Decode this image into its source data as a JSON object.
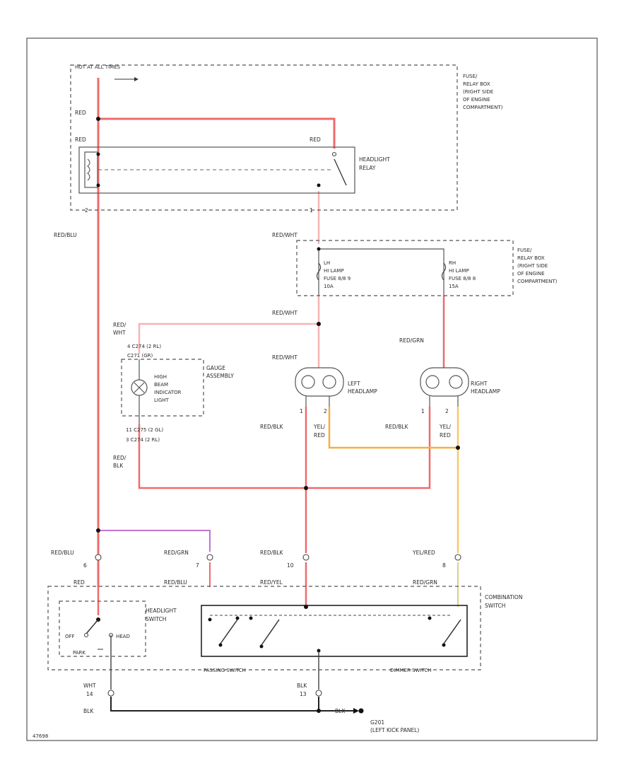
{
  "colors": {
    "red": "#f06a6a",
    "pink": "#f7b3b3",
    "violet": "#c374d6",
    "orange": "#f5b040",
    "yellow_orange": "#f4cc6a",
    "black": "#222222"
  },
  "labels": {
    "hot_at_all_times": "HOT AT ALL TIMES",
    "fuse_box_1": [
      "FUSE/",
      "RELAY BOX",
      "(RIGHT SIDE",
      "OF ENGINE",
      "COMPARTMENT)"
    ],
    "red_1": "RED",
    "red_2": "RED",
    "red_3": "RED",
    "headlight_relay": [
      "HEADLIGHT",
      "RELAY"
    ],
    "pin_2": "2",
    "pin_1": "1",
    "red_blu": "RED/BLU",
    "red_wht_1": "RED/WHT",
    "fuse_box_2": [
      "FUSE/",
      "RELAY BOX",
      "(RIGHT SIDE",
      "OF ENGINE",
      "COMPARTMENT)"
    ],
    "lh_fuse": [
      "LH",
      "HI LAMP",
      "FUSE 8/8 9",
      "10A"
    ],
    "rh_fuse": [
      "RH",
      "HI LAMP",
      "FUSE 8/8 8",
      "15A"
    ],
    "red_wht_2": "RED/WHT",
    "red_wht_3": "RED/WHT",
    "red_grn_1": "RED/GRN",
    "red_wht_gauge": [
      "RED/",
      "WHT"
    ],
    "c274_top": "4   C274  (2 RL)",
    "c274_mid": "    C271  (GR)",
    "gauge_assembly": [
      "GAUGE",
      "ASSEMBLY"
    ],
    "high_beam": [
      "HIGH",
      "BEAM",
      "INDICATOR",
      "LIGHT"
    ],
    "c275": "11   C275  (2 GL)",
    "c274_bot": "3   C274  (2 RL)",
    "left_headlamp": [
      "LEFT",
      "HEADLAMP"
    ],
    "right_headlamp": [
      "RIGHT",
      "HEADLAMP"
    ],
    "lh_pin_1": "1",
    "lh_pin_2": "2",
    "rh_pin_1": "1",
    "rh_pin_2": "2",
    "red_blk_1": "RED/BLK",
    "red_blk_2": "RED/BLK",
    "yel_red_1": [
      "YEL/",
      "RED"
    ],
    "yel_red_2": [
      "YEL/",
      "RED"
    ],
    "red_blk_gauge": [
      "RED/",
      "BLK"
    ],
    "red_blu_sw": "RED/BLU",
    "pin_6": "6",
    "red_grn_2": "RED/GRN",
    "pin_7": "7",
    "red_blk_3": "RED/BLK",
    "pin_10": "10",
    "yel_red_3": "YEL/RED",
    "pin_8": "8",
    "red_4": "RED",
    "red_blu_2": "RED/BLU",
    "red_yel": "RED/YEL",
    "red_grn_3": "RED/GRN",
    "combination_switch": [
      "COMBINATION",
      "SWITCH"
    ],
    "headlight_switch": [
      "HEADLIGHT",
      "SWITCH"
    ],
    "off": "OFF",
    "head": "HEAD",
    "park": "PARK",
    "passing_switch": "PASSING SWITCH",
    "dimmer_switch": "DIMMER SWITCH",
    "wht_14": [
      "WHT",
      "14"
    ],
    "blk_13": [
      "BLK",
      "13"
    ],
    "blk_1": "BLK",
    "blk_2": "BLK",
    "ground": [
      "G201",
      "(LEFT KICK PANEL)"
    ],
    "code": "47698"
  }
}
